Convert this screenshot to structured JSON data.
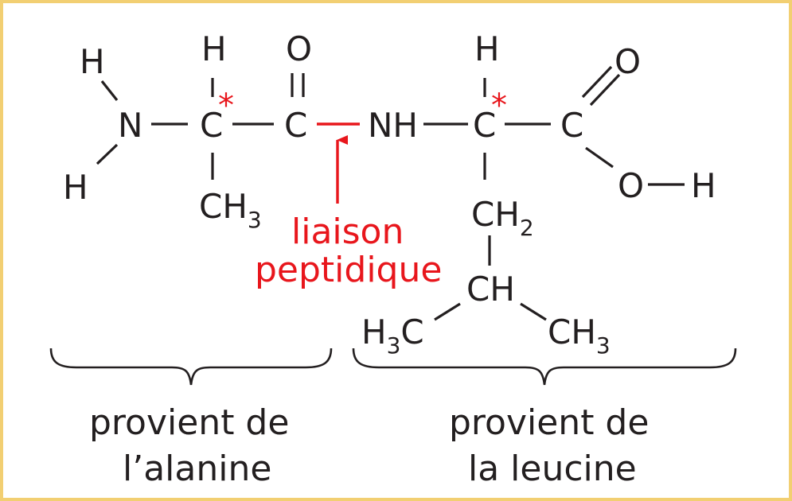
{
  "colors": {
    "frame": "#f2cf72",
    "ink": "#231f20",
    "accent": "#e8161c"
  },
  "atoms": {
    "h_n_top": "H",
    "n": "N",
    "h_n_bottom": "H",
    "h_ca1": "H",
    "ca1": "C",
    "ch3_ca1": "CH",
    "ch3_ca1_sub": "3",
    "o_c1": "O",
    "c1": "C",
    "nh": "NH",
    "h_ca2": "H",
    "ca2": "C",
    "ch2": "CH",
    "ch2_sub": "2",
    "ch": "CH",
    "h3c_left": "H",
    "h3c_left_sub": "3",
    "h3c_left_c": "C",
    "ch3_right": "CH",
    "ch3_right_sub": "3",
    "c2": "C",
    "o_c2": "O",
    "o_h": "O",
    "h_o": "H"
  },
  "chiral_marker": "*",
  "peptide_label": {
    "line1": "liaison",
    "line2": "peptidique"
  },
  "captions": {
    "left": {
      "line1": "provient de",
      "line2": "l’alanine"
    },
    "right": {
      "line1": "provient de",
      "line2": "la leucine"
    }
  }
}
